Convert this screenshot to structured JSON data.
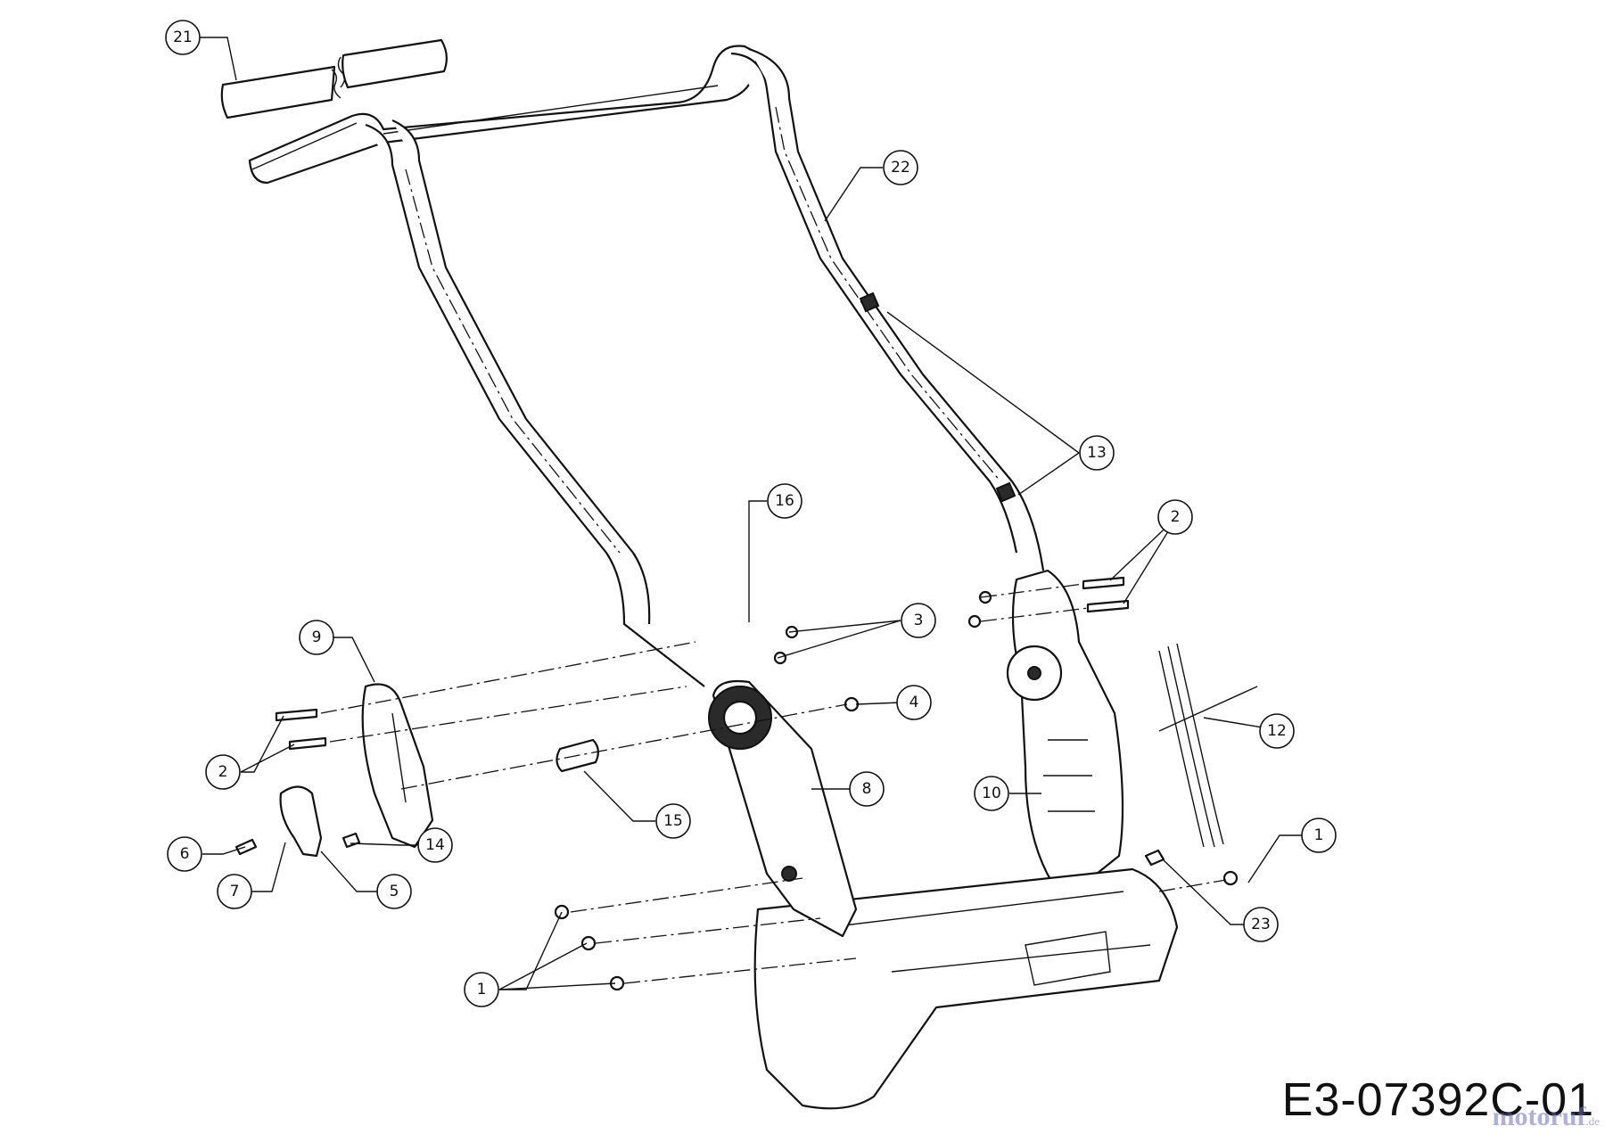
{
  "diagram": {
    "drawing_code": "E3-07392C-01",
    "watermark": {
      "brand": "motoruf",
      "tld": ".de"
    },
    "callouts": [
      {
        "label": "21"
      },
      {
        "label": "22"
      },
      {
        "label": "13"
      },
      {
        "label": "16"
      },
      {
        "label": "2"
      },
      {
        "label": "3"
      },
      {
        "label": "9"
      },
      {
        "label": "4"
      },
      {
        "label": "2"
      },
      {
        "label": "15"
      },
      {
        "label": "8"
      },
      {
        "label": "10"
      },
      {
        "label": "12"
      },
      {
        "label": "6"
      },
      {
        "label": "14"
      },
      {
        "label": "7"
      },
      {
        "label": "5"
      },
      {
        "label": "1"
      },
      {
        "label": "23"
      },
      {
        "label": "1"
      }
    ]
  }
}
